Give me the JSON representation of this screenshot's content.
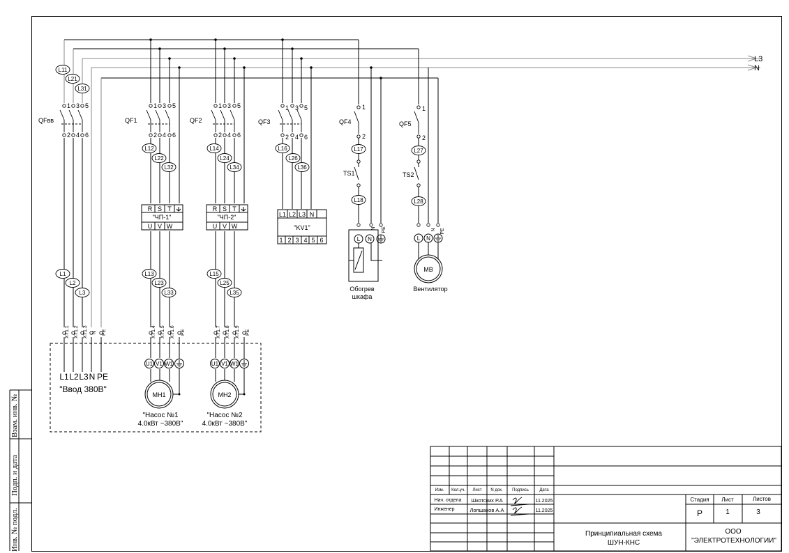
{
  "bus": {
    "L3": "L3",
    "N": "N"
  },
  "qf_vv": {
    "label": "QFвв",
    "poles": [
      "1",
      "3",
      "5",
      "2",
      "4",
      "6"
    ]
  },
  "qf1": {
    "label": "QF1"
  },
  "qf2": {
    "label": "QF2"
  },
  "qf3": {
    "label": "QF3"
  },
  "qf4": {
    "label": "QF4"
  },
  "qf5": {
    "label": "QF5"
  },
  "p1": "1",
  "p2": "2",
  "p3": "3",
  "p4": "4",
  "p5": "5",
  "p6": "6",
  "wires": {
    "L11": "L11",
    "L21": "L21",
    "L31": "L31",
    "L12": "L12",
    "L22": "L22",
    "L32": "L32",
    "L14": "L14",
    "L24": "L24",
    "L34": "L34",
    "L16": "L16",
    "L26": "L26",
    "L36": "L36",
    "L17": "L17",
    "L18": "L18",
    "L27": "L27",
    "L28": "L28",
    "L1": "L1",
    "L2": "L2",
    "L3": "L3",
    "L13": "L13",
    "L23": "L23",
    "L33": "L33",
    "L15": "L15",
    "L25": "L25",
    "L35": "L35"
  },
  "vfd1": {
    "top": [
      "R",
      "S",
      "T"
    ],
    "name": "\"ЧП-1\"",
    "bottom": [
      "U",
      "V",
      "W"
    ]
  },
  "vfd2": {
    "top": [
      "R",
      "S",
      "T"
    ],
    "name": "\"ЧП-2\"",
    "bottom": [
      "U",
      "V",
      "W"
    ]
  },
  "kv1": {
    "top": [
      "L1",
      "L2",
      "L3",
      "N"
    ],
    "name": "\"KV1\"",
    "bottom": [
      "1",
      "2",
      "3",
      "4",
      "5",
      "6"
    ]
  },
  "ts1": "TS1",
  "ts2": "TS2",
  "conn": {
    "L": "L",
    "N": "N",
    "PE": "PE"
  },
  "heater": {
    "line1": "Обогрев",
    "line2": "шкафа"
  },
  "fan": {
    "motor": "МВ",
    "label": "Вентилятор"
  },
  "terminals": [
    "XT1.1",
    "XT1.2",
    "XT1.3",
    "N",
    "PE",
    "XT1.4",
    "XT1.5",
    "XT1.6",
    "PE",
    "XT1.7",
    "XT1.8",
    "XT1.9",
    "PE"
  ],
  "input": {
    "labels": [
      "L1",
      "L2",
      "L3",
      "N",
      "PE"
    ],
    "name": "\"Ввод 380В\""
  },
  "pump1": {
    "motor": "МН1",
    "u": "U1",
    "v": "V1",
    "w": "W1",
    "line1": "\"Насос №1",
    "line2": "4.0кВт ~380В\""
  },
  "pump2": {
    "motor": "МН2",
    "u": "U1",
    "v": "V1",
    "w": "W1",
    "line1": "\"Насос №2",
    "line2": "4.0кВт ~380В\""
  },
  "side_stamps": [
    "Взам. инв. №",
    "Подп. и дата",
    "Инв. № подл."
  ],
  "title_block": {
    "headers": [
      "Изм.",
      "Кол.уч.",
      "Лист",
      "N док.",
      "Подпись",
      "Дата"
    ],
    "rows": [
      {
        "role": "Нач. отдела",
        "name": "Шкотских Р.А",
        "date": "11.2025"
      },
      {
        "role": "Инженер",
        "name": "Лопшаков А.А",
        "date": "11.2025"
      }
    ],
    "stage_header": "Стадия",
    "sheet_header": "Лист",
    "sheets_header": "Листов",
    "stage": "Р",
    "sheet": "1",
    "sheets": "3",
    "doc_line1": "Принципиальная схема",
    "doc_line2": "ШУН-КНС",
    "org_line1": "ООО",
    "org_line2": "\"ЭЛЕКТРОТЕХНОЛОГИИ\""
  }
}
